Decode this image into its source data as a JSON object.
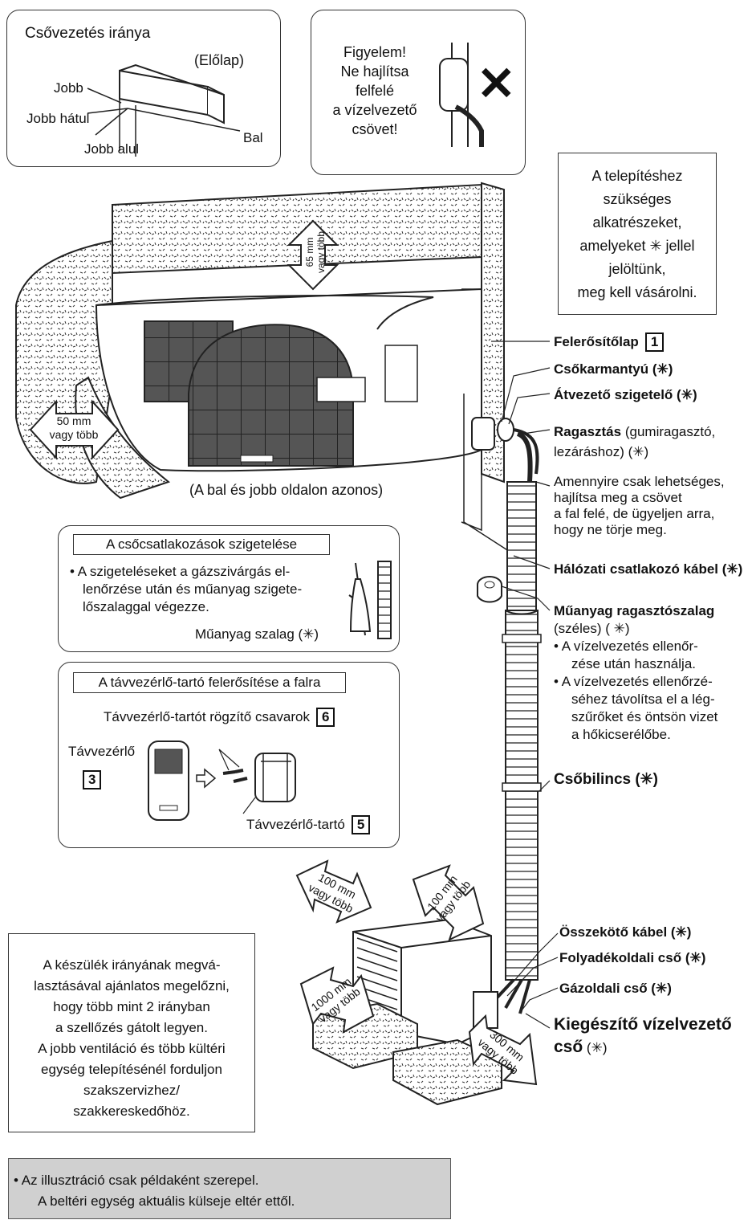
{
  "pipe_direction": {
    "title": "Csővezetés iránya",
    "front": "(Előlap)",
    "right": "Jobb",
    "right_back": "Jobb hátul",
    "right_bottom": "Jobb alul",
    "left": "Bal"
  },
  "warning": {
    "lines": [
      "Figyelem!",
      "Ne hajlítsa",
      "felfelé",
      "a vízelvezető",
      "csövet!"
    ]
  },
  "parts_note": {
    "lines": [
      "A telepítéshez",
      "szükséges",
      "alkatrészeket,",
      "amelyeket ✳ jellel",
      "jelöltünk,",
      "meg kell vásárolni."
    ]
  },
  "clearances": {
    "top": [
      "65 mm",
      "vagy több"
    ],
    "side": [
      "50 mm",
      "vagy több"
    ],
    "outdoor_left": [
      "100 mm",
      "vagy több"
    ],
    "outdoor_back": [
      "100 mm",
      "vagy több"
    ],
    "outdoor_front": [
      "1000 mm",
      "vagy több"
    ],
    "outdoor_right": [
      "300 mm",
      "vagy több"
    ]
  },
  "same_sides": "(A bal és jobb oldalon azonos)",
  "labels": {
    "mounting_plate": "Felerősítőlap",
    "mounting_plate_num": "1",
    "pipe_sleeve": "Csőkarmantyú (✳)",
    "pass_insulator": "Átvezető szigetelő (✳)",
    "taping_bold": "Ragasztás",
    "taping_rest1": " (gumiragasztó,",
    "taping_rest2": "lezáráshoz) (✳)",
    "bend_note": [
      "Amennyire csak lehetséges,",
      "hajlítsa meg a csövet",
      "a fal felé, de ügyeljen arra,",
      "hogy ne törje meg."
    ],
    "power_cable": "Hálózati csatlakozó kábel (✳)",
    "plastic_tape_bold": "Műanyag ragasztószalag",
    "plastic_tape_sub": "(széles) ( ✳)",
    "plastic_tape_notes": [
      "• A vízelvezetés  ellenőr-",
      "zése után használja.",
      "• A vízelvezetés ellenőrzé-",
      "séhez távolítsa el a lég-",
      "szűrőket és öntsön vizet",
      "a hőkicserélőbe."
    ],
    "pipe_clamp": "Csőbilincs (✳)",
    "connecting_cable": "Összekötő kábel (✳)",
    "liquid_pipe": "Folyadékoldali cső (✳)",
    "gas_pipe": "Gázoldali cső  (✳)",
    "drain_hose_1": "Kiegészítő vízelvezető",
    "drain_hose_2": "cső",
    "drain_hose_3": " (✳)"
  },
  "insulation": {
    "title": "A csőcsatlakozások szigetelése",
    "lines": [
      "• A szigeteléseket a gázszivárgás el-",
      "lenőrzése után és műanyag szigete-",
      "lőszalaggal végezze."
    ],
    "tape": "Műanyag szalag (✳)"
  },
  "remote": {
    "title": "A távvezérlő-tartó felerősítése a falra",
    "screws": "Távvezérlő-tartót rögzítő csavarok",
    "screws_num": "6",
    "remote": "Távvezérlő",
    "remote_num": "3",
    "holder": "Távvezérlő-tartó",
    "holder_num": "5"
  },
  "outdoor_note": {
    "lines": [
      "A készülék irányának megvá-",
      "lasztásával ajánlatos megelőzni,",
      "hogy több mint 2 irányban",
      "a szellőzés gátolt legyen.",
      "A jobb ventiláció és több kültéri",
      "egység telepítésénél forduljon",
      "szakszervizhez/",
      "szakkereskedőhöz."
    ]
  },
  "footer": {
    "lines": [
      "• Az illusztráció csak példaként szerepel.",
      "A beltéri egység aktuális külseje eltér ettől."
    ]
  }
}
